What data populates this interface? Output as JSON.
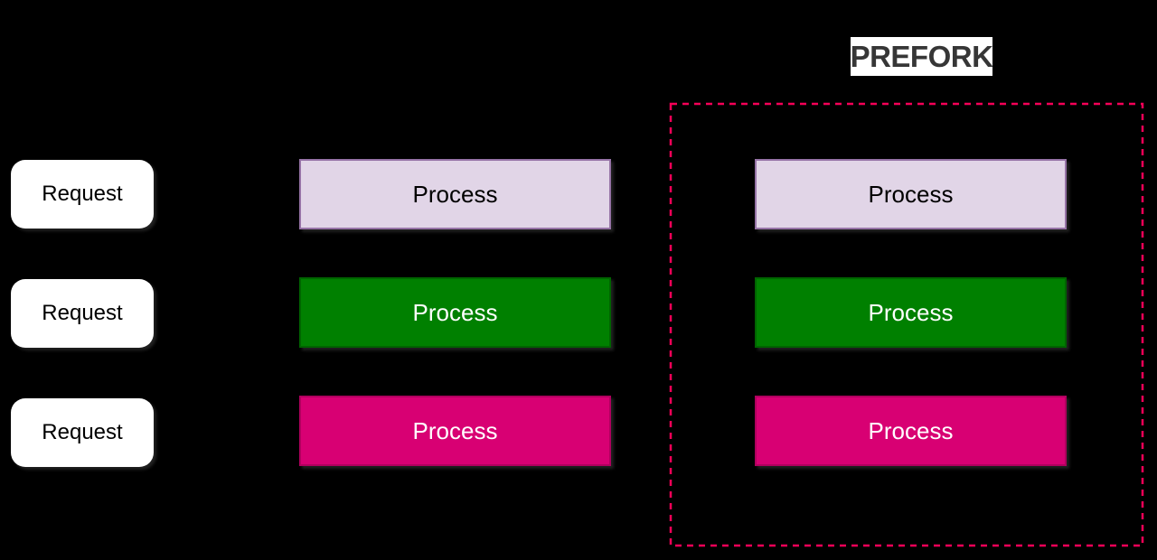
{
  "title": {
    "label": "PREFORK"
  },
  "palette": {
    "background": "#000000",
    "boundary_dash": "#f50057",
    "request_fill": "#ffffff",
    "request_text": "#000000",
    "process_lavender_fill": "#e1d5e7",
    "process_lavender_border": "#9673a6",
    "process_green_fill": "#008000",
    "process_green_border": "#006400",
    "process_pink_fill": "#d80073",
    "process_pink_border": "#b0005e",
    "title_fill": "#ffffff",
    "title_text": "#363636"
  },
  "requests": [
    {
      "label": "Request"
    },
    {
      "label": "Request"
    },
    {
      "label": "Request"
    }
  ],
  "worker_column": [
    {
      "label": "Process",
      "variant": "lavender"
    },
    {
      "label": "Process",
      "variant": "green"
    },
    {
      "label": "Process",
      "variant": "pink"
    }
  ],
  "prefork_column": [
    {
      "label": "Process",
      "variant": "lavender"
    },
    {
      "label": "Process",
      "variant": "green"
    },
    {
      "label": "Process",
      "variant": "pink"
    }
  ]
}
